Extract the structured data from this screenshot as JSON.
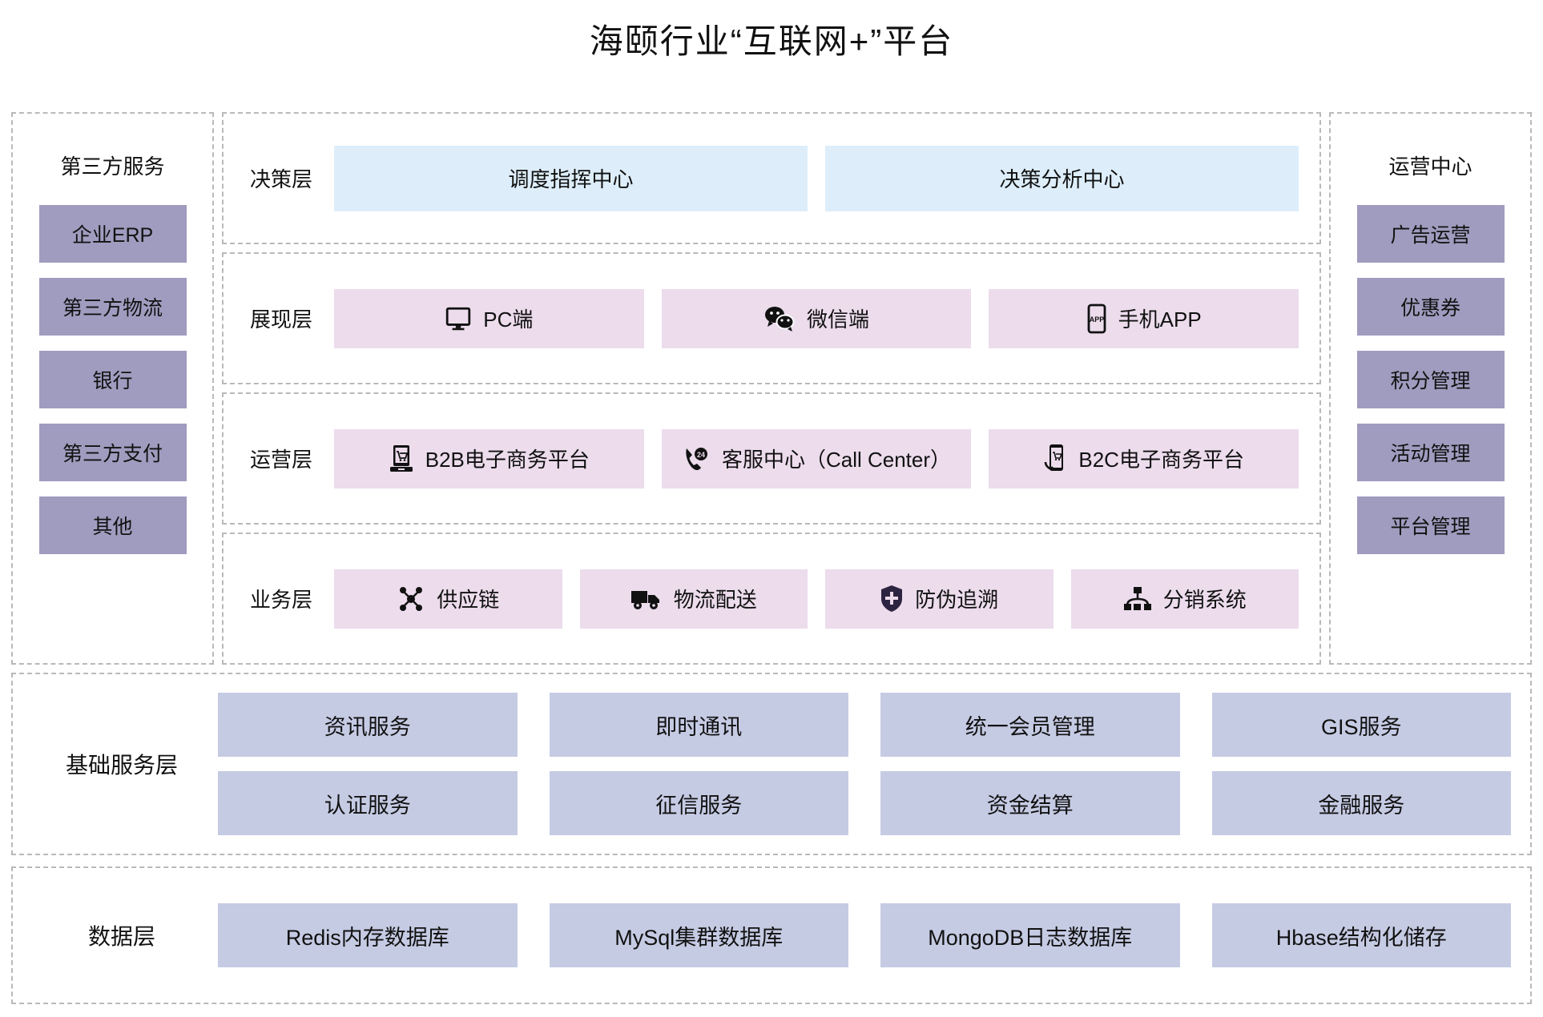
{
  "title": "海颐行业“互联网+”平台",
  "colors": {
    "sidebar_cell": "#9f9cbf",
    "decision_cell": "#ddeefa",
    "layer_cell": "#ecdcec",
    "service_cell": "#c6cbe4",
    "dashed_border": "#b9b9b9"
  },
  "left_panel": {
    "title": "第三方服务",
    "items": [
      {
        "label": "企业ERP"
      },
      {
        "label": "第三方物流"
      },
      {
        "label": "银行"
      },
      {
        "label": "第三方支付"
      },
      {
        "label": "其他"
      }
    ]
  },
  "right_panel": {
    "title": "运营中心",
    "items": [
      {
        "label": "广告运营"
      },
      {
        "label": "优惠券"
      },
      {
        "label": "积分管理"
      },
      {
        "label": "活动管理"
      },
      {
        "label": "平台管理"
      }
    ]
  },
  "layers": [
    {
      "label": "决策层",
      "style": "blue",
      "items": [
        {
          "label": "调度指挥中心",
          "icon": ""
        },
        {
          "label": "决策分析中心",
          "icon": ""
        }
      ]
    },
    {
      "label": "展现层",
      "style": "pink",
      "items": [
        {
          "label": "PC端",
          "icon": "monitor-icon"
        },
        {
          "label": "微信端",
          "icon": "wechat-icon"
        },
        {
          "label": "手机APP",
          "icon": "mobile-app-icon"
        }
      ]
    },
    {
      "label": "运营层",
      "style": "pink",
      "items": [
        {
          "label": "B2B电子商务平台",
          "icon": "desktop-cart-icon"
        },
        {
          "label": "客服中心（Call Center）",
          "icon": "phone-24-icon"
        },
        {
          "label": "B2C电子商务平台",
          "icon": "mobile-cart-icon"
        }
      ]
    },
    {
      "label": "业务层",
      "style": "pink",
      "items": [
        {
          "label": "供应链",
          "icon": "supply-chain-icon"
        },
        {
          "label": "物流配送",
          "icon": "truck-icon"
        },
        {
          "label": "防伪追溯",
          "icon": "shield-icon"
        },
        {
          "label": "分销系统",
          "icon": "distribution-icon"
        }
      ]
    }
  ],
  "basic_service_layer": {
    "label": "基础服务层",
    "items": [
      {
        "label": "资讯服务"
      },
      {
        "label": "即时通讯"
      },
      {
        "label": "统一会员管理"
      },
      {
        "label": "GIS服务"
      },
      {
        "label": "认证服务"
      },
      {
        "label": "征信服务"
      },
      {
        "label": "资金结算"
      },
      {
        "label": "金融服务"
      }
    ]
  },
  "data_layer": {
    "label": "数据层",
    "items": [
      {
        "label": "Redis内存数据库"
      },
      {
        "label": "MySql集群数据库"
      },
      {
        "label": "MongoDB日志数据库"
      },
      {
        "label": "Hbase结构化储存"
      }
    ]
  }
}
